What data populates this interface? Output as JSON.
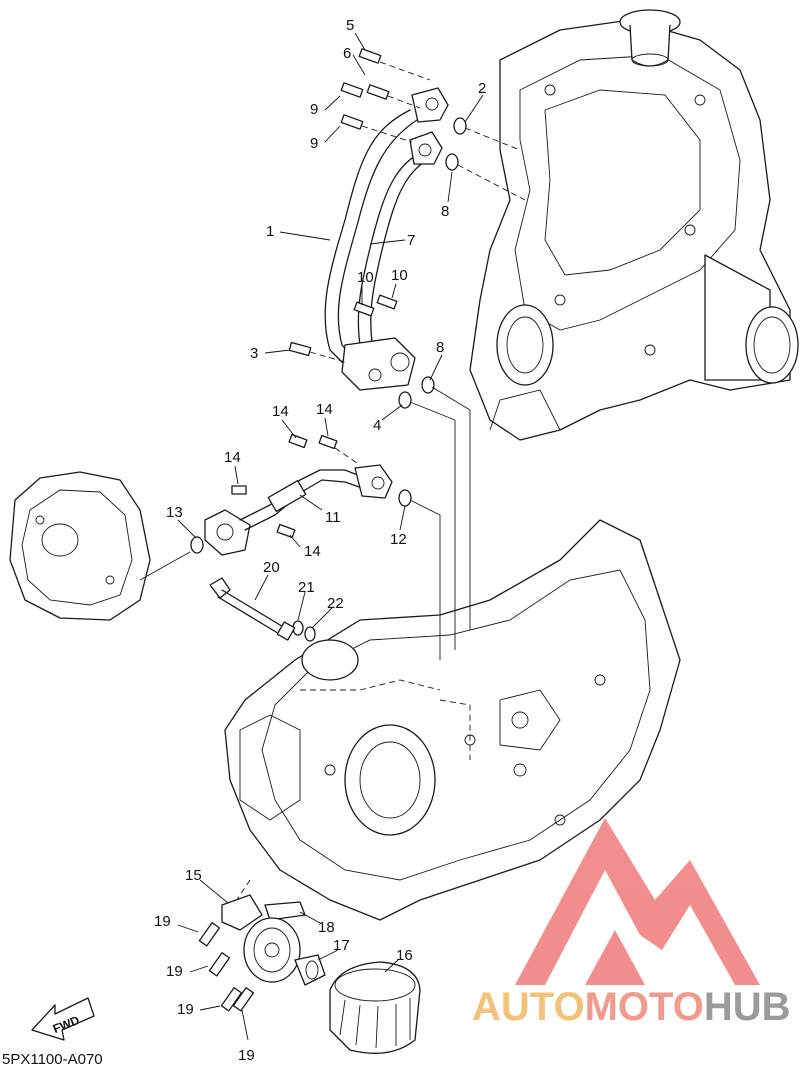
{
  "diagram": {
    "drawing_code": "5PX1100-A070",
    "fwd_label": "FWD",
    "watermark": {
      "part1": "AUTO",
      "part2": "MOTO",
      "part3": "HUB",
      "color_part1": "#f3c278",
      "color_part2": "#f29a8e",
      "color_part3": "#9b9b9b",
      "logo_color": "#f07a7a"
    },
    "callouts": [
      "5",
      "6",
      "2",
      "9",
      "9",
      "8",
      "1",
      "7",
      "10",
      "10",
      "3",
      "8",
      "4",
      "14",
      "14",
      "14",
      "11",
      "12",
      "13",
      "14",
      "20",
      "21",
      "22",
      "15",
      "18",
      "19",
      "19",
      "17",
      "16",
      "19",
      "19"
    ]
  }
}
